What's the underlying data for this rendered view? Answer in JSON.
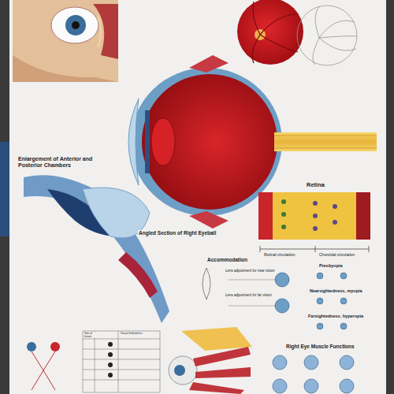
{
  "diagram": {
    "labels": [
      "Enlargement of Anterior and Posterior Chambers",
      "Angled Section of Right Eyeball",
      "Retina",
      "Retinal circulation",
      "Choroidal circulation",
      "Accommodation",
      "Lens adjustment for near vision",
      "Lens adjustment for far vision",
      "Presbyopia",
      "Nearsightedness, myopia",
      "Farsightedness, hyperopia",
      "Right Eye Muscle Functions",
      "Site of lesion",
      "Visual field defect"
    ]
  }
}
